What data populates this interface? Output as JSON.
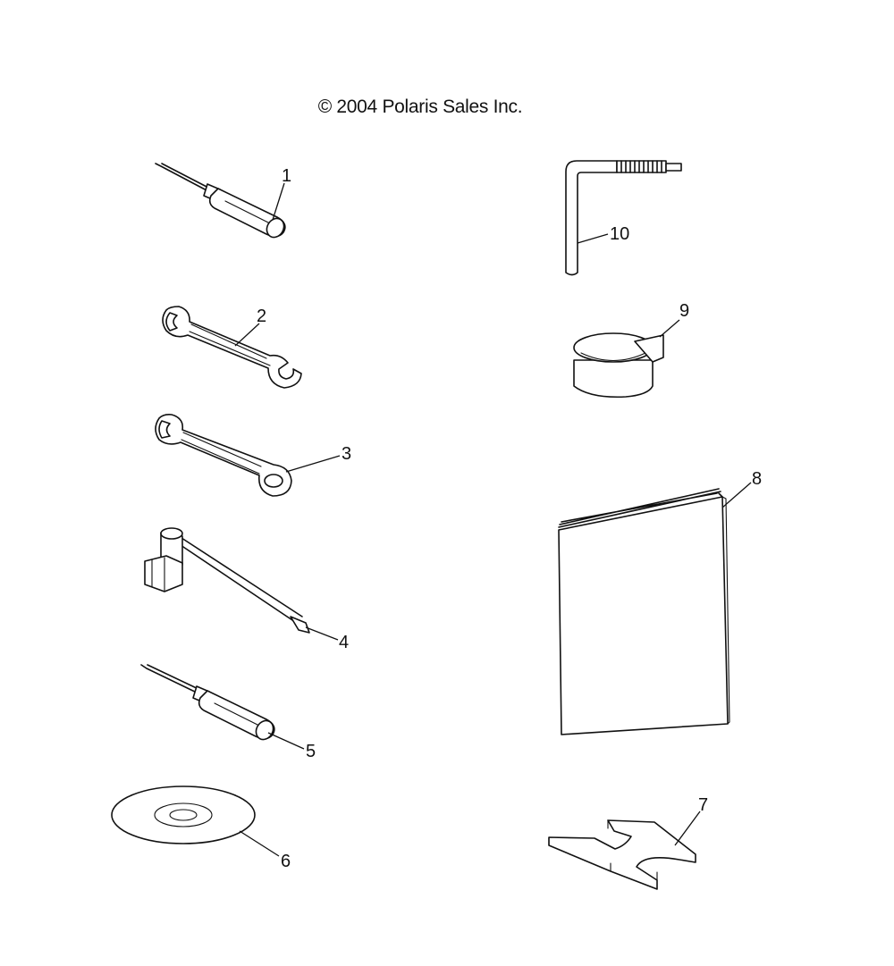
{
  "copyright": "© 2004 Polaris Sales Inc.",
  "parts": [
    {
      "callout": "1",
      "icon": "screwdriver-icon"
    },
    {
      "callout": "2",
      "icon": "open-end-wrench-icon"
    },
    {
      "callout": "3",
      "icon": "combination-wrench-icon"
    },
    {
      "callout": "4",
      "icon": "spark-plug-socket-wrench-icon"
    },
    {
      "callout": "5",
      "icon": "screwdriver-icon"
    },
    {
      "callout": "6",
      "icon": "cd-disc-icon"
    },
    {
      "callout": "7",
      "icon": "spanner-tool-icon"
    },
    {
      "callout": "8",
      "icon": "owners-manual-icon"
    },
    {
      "callout": "9",
      "icon": "strap-icon"
    },
    {
      "callout": "10",
      "icon": "hex-key-icon"
    }
  ]
}
